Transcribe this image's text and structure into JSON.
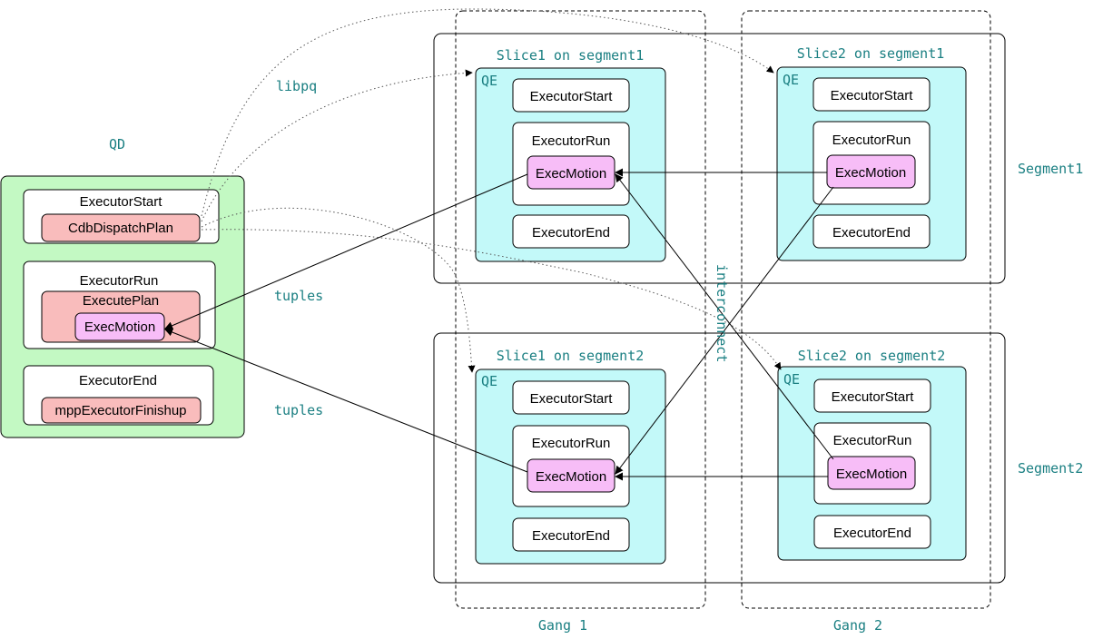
{
  "gangs": [
    "Gang 1",
    "Gang 2"
  ],
  "segments": [
    "Segment1",
    "Segment2"
  ],
  "qd": {
    "label": "QD",
    "executor_start": "ExecutorStart",
    "cdb_dispatch_plan": "CdbDispatchPlan",
    "executor_run": "ExecutorRun",
    "execute_plan": "ExecutePlan",
    "exec_motion": "ExecMotion",
    "executor_end": "ExecutorEnd",
    "mpp_executor_finishup": "mppExecutorFinishup"
  },
  "slices": [
    {
      "title": "Slice1 on segment1",
      "qe": "QE",
      "start": "ExecutorStart",
      "run": "ExecutorRun",
      "motion": "ExecMotion",
      "end": "ExecutorEnd"
    },
    {
      "title": "Slice2 on segment1",
      "qe": "QE",
      "start": "ExecutorStart",
      "run": "ExecutorRun",
      "motion": "ExecMotion",
      "end": "ExecutorEnd"
    },
    {
      "title": "Slice1 on segment2",
      "qe": "QE",
      "start": "ExecutorStart",
      "run": "ExecutorRun",
      "motion": "ExecMotion",
      "end": "ExecutorEnd"
    },
    {
      "title": "Slice2 on segment2",
      "qe": "QE",
      "start": "ExecutorStart",
      "run": "ExecutorRun",
      "motion": "ExecMotion",
      "end": "ExecutorEnd"
    }
  ],
  "edge_labels": {
    "libpq": "libpq",
    "tuples_1": "tuples",
    "tuples_2": "tuples",
    "interconnect": "interconnect"
  }
}
